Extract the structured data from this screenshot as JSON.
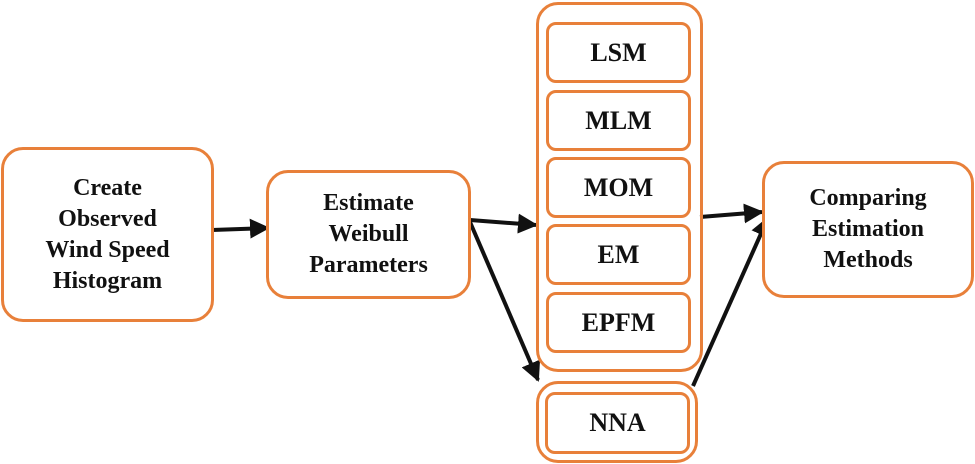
{
  "nodes": {
    "histogram": {
      "lines": [
        "Create",
        "Observed",
        "Wind Speed",
        "Histogram"
      ]
    },
    "weibull": {
      "lines": [
        "Estimate",
        "Weibull",
        "Parameters"
      ]
    },
    "comparing": {
      "lines": [
        "Comparing",
        "Estimation",
        "Methods"
      ]
    }
  },
  "methods": [
    "LSM",
    "MLM",
    "MOM",
    "EM",
    "EPFM"
  ],
  "nna": "NNA",
  "colors": {
    "border": "#e8803a",
    "arrow": "#111111",
    "text": "#111111"
  }
}
